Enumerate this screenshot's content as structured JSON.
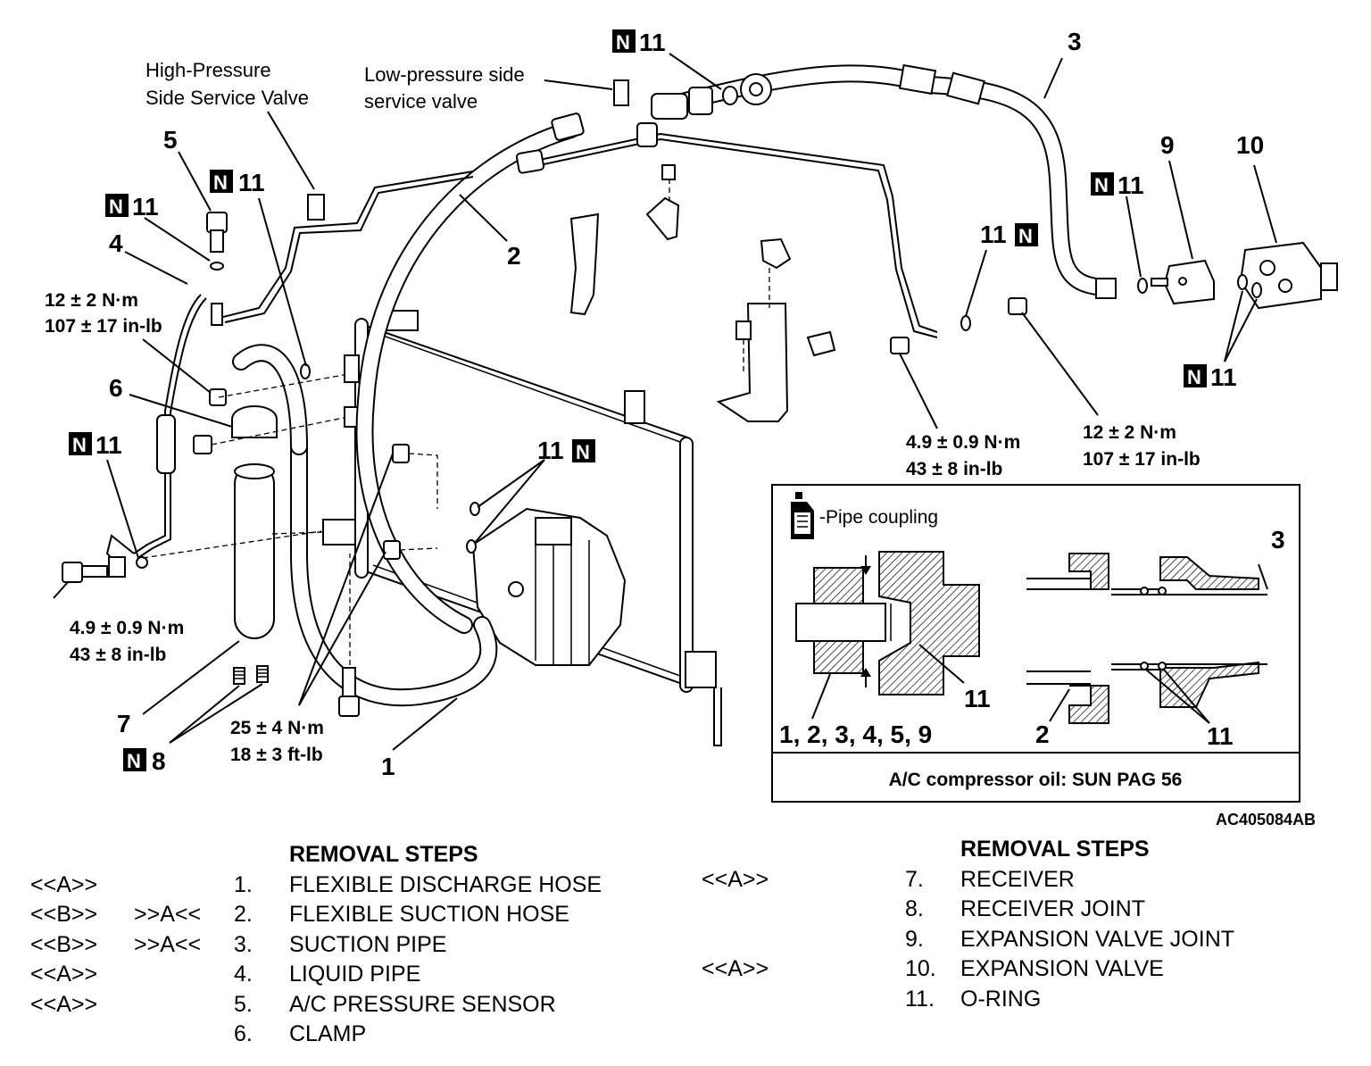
{
  "labels": {
    "hp_valve_line1": "High-Pressure",
    "hp_valve_line2": "Side Service Valve",
    "lp_valve_line1": "Low-pressure side",
    "lp_valve_line2": "service valve",
    "n": "N",
    "n11": "11",
    "n8": "8",
    "c1": "1",
    "c2": "2",
    "c3": "3",
    "c4": "4",
    "c5": "5",
    "c6": "6",
    "c7": "7",
    "c9": "9",
    "c10": "10",
    "torque_12_nm": "12 ± 2 N·m",
    "torque_107_inlb": "107 ± 17 in-lb",
    "torque_49_nm": "4.9 ± 0.9 N·m",
    "torque_43_inlb": "43 ± 8 in-lb",
    "torque_25_nm": "25 ± 4 N·m",
    "torque_18_ftlb": "18 ± 3 ft-lb"
  },
  "inset": {
    "pipe_coupling": "-Pipe coupling",
    "parts_label": "1, 2, 3, 4, 5, 9",
    "label_11": "11",
    "label_2": "2",
    "label_3": "3",
    "oil_note": "A/C compressor oil:  SUN PAG 56"
  },
  "figure_code": "AC405084AB",
  "removal_steps_left": {
    "title": "REMOVAL STEPS",
    "rows": [
      {
        "ref1": "<<A>>",
        "ref2": "",
        "num": "1.",
        "name": "FLEXIBLE DISCHARGE HOSE"
      },
      {
        "ref1": "<<B>>",
        "ref2": ">>A<<",
        "num": "2.",
        "name": "FLEXIBLE SUCTION HOSE"
      },
      {
        "ref1": "<<B>>",
        "ref2": ">>A<<",
        "num": "3.",
        "name": "SUCTION PIPE"
      },
      {
        "ref1": "<<A>>",
        "ref2": "",
        "num": "4.",
        "name": "LIQUID PIPE"
      },
      {
        "ref1": "<<A>>",
        "ref2": "",
        "num": "5.",
        "name": "A/C PRESSURE SENSOR"
      },
      {
        "ref1": "",
        "ref2": "",
        "num": "6.",
        "name": "CLAMP"
      }
    ]
  },
  "removal_steps_right": {
    "title": "REMOVAL STEPS",
    "rows": [
      {
        "ref1": "<<A>>",
        "num": "7.",
        "name": "RECEIVER"
      },
      {
        "ref1": "",
        "num": "8.",
        "name": "RECEIVER JOINT"
      },
      {
        "ref1": "",
        "num": "9.",
        "name": "EXPANSION VALVE JOINT"
      },
      {
        "ref1": "<<A>>",
        "num": "10.",
        "name": "EXPANSION VALVE"
      },
      {
        "ref1": "",
        "num": "11.",
        "name": "O-RING"
      }
    ]
  }
}
